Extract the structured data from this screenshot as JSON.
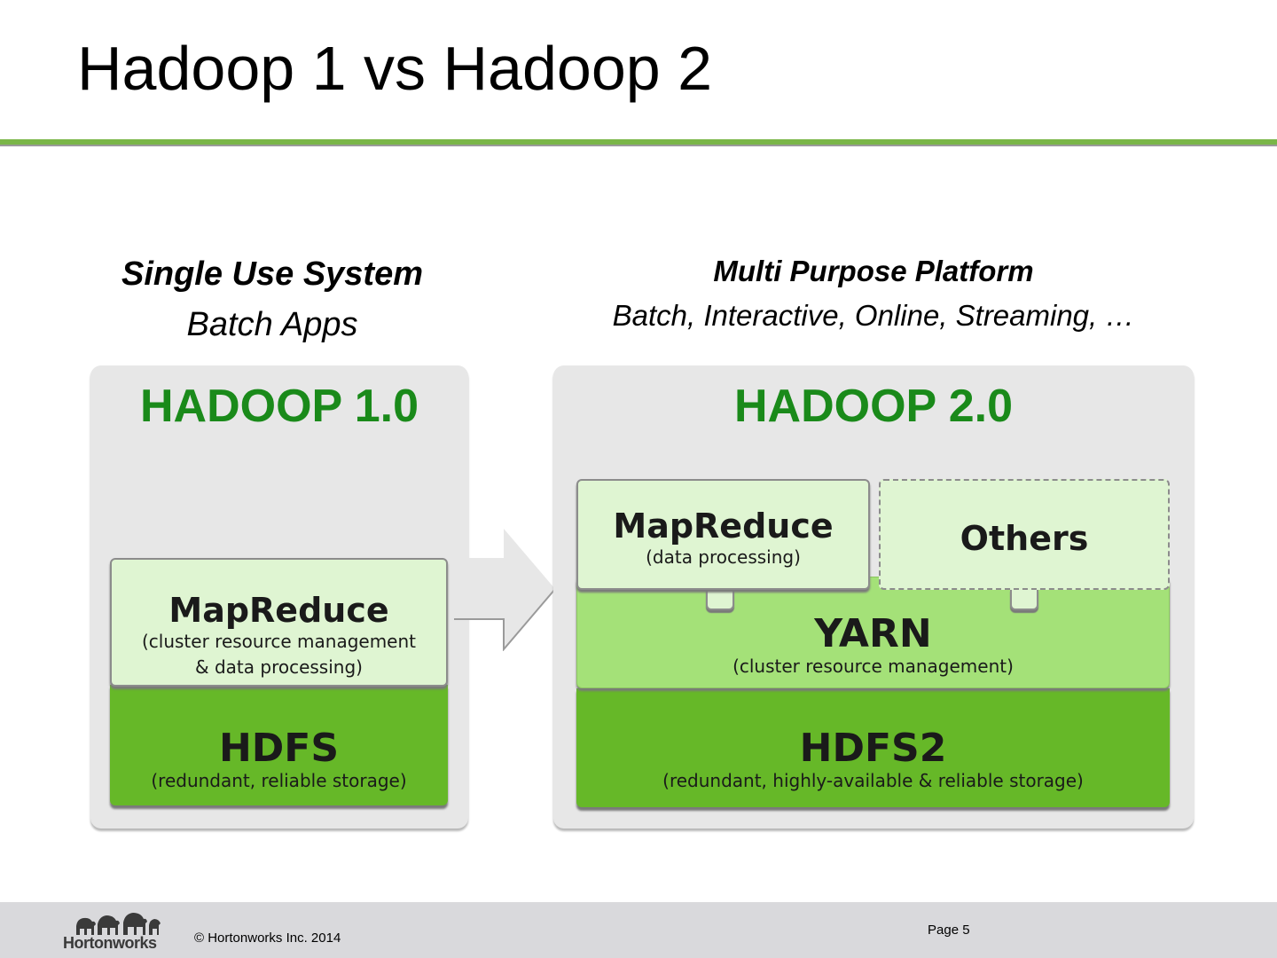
{
  "slide": {
    "title": "Hadoop 1 vs Hadoop 2"
  },
  "left": {
    "heading": "Single Use System",
    "subheading": "Batch Apps",
    "panel_title": "HADOOP 1.0",
    "mapreduce": {
      "name": "MapReduce",
      "desc_line1": "(cluster resource management",
      "desc_line2": "& data processing)"
    },
    "hdfs": {
      "name": "HDFS",
      "desc": "(redundant, reliable storage)"
    }
  },
  "right": {
    "heading": "Multi Purpose Platform",
    "subheading": "Batch, Interactive, Online, Streaming, …",
    "panel_title": "HADOOP 2.0",
    "mapreduce": {
      "name": "MapReduce",
      "desc": "(data processing)"
    },
    "others": {
      "name": "Others"
    },
    "yarn": {
      "name": "YARN",
      "desc": "(cluster resource management)"
    },
    "hdfs2": {
      "name": "HDFS2",
      "desc": "(redundant, highly-available & reliable storage)"
    }
  },
  "footer": {
    "logo": "Hortonworks",
    "copyright": "© Hortonworks Inc. 2014",
    "page": "Page 5"
  },
  "colors": {
    "accent_green": "#7ab648",
    "title_green": "#1a8a1a",
    "hdfs_green": "#66b828",
    "yarn_green": "#a4e178",
    "light_green": "#dff5d2"
  }
}
